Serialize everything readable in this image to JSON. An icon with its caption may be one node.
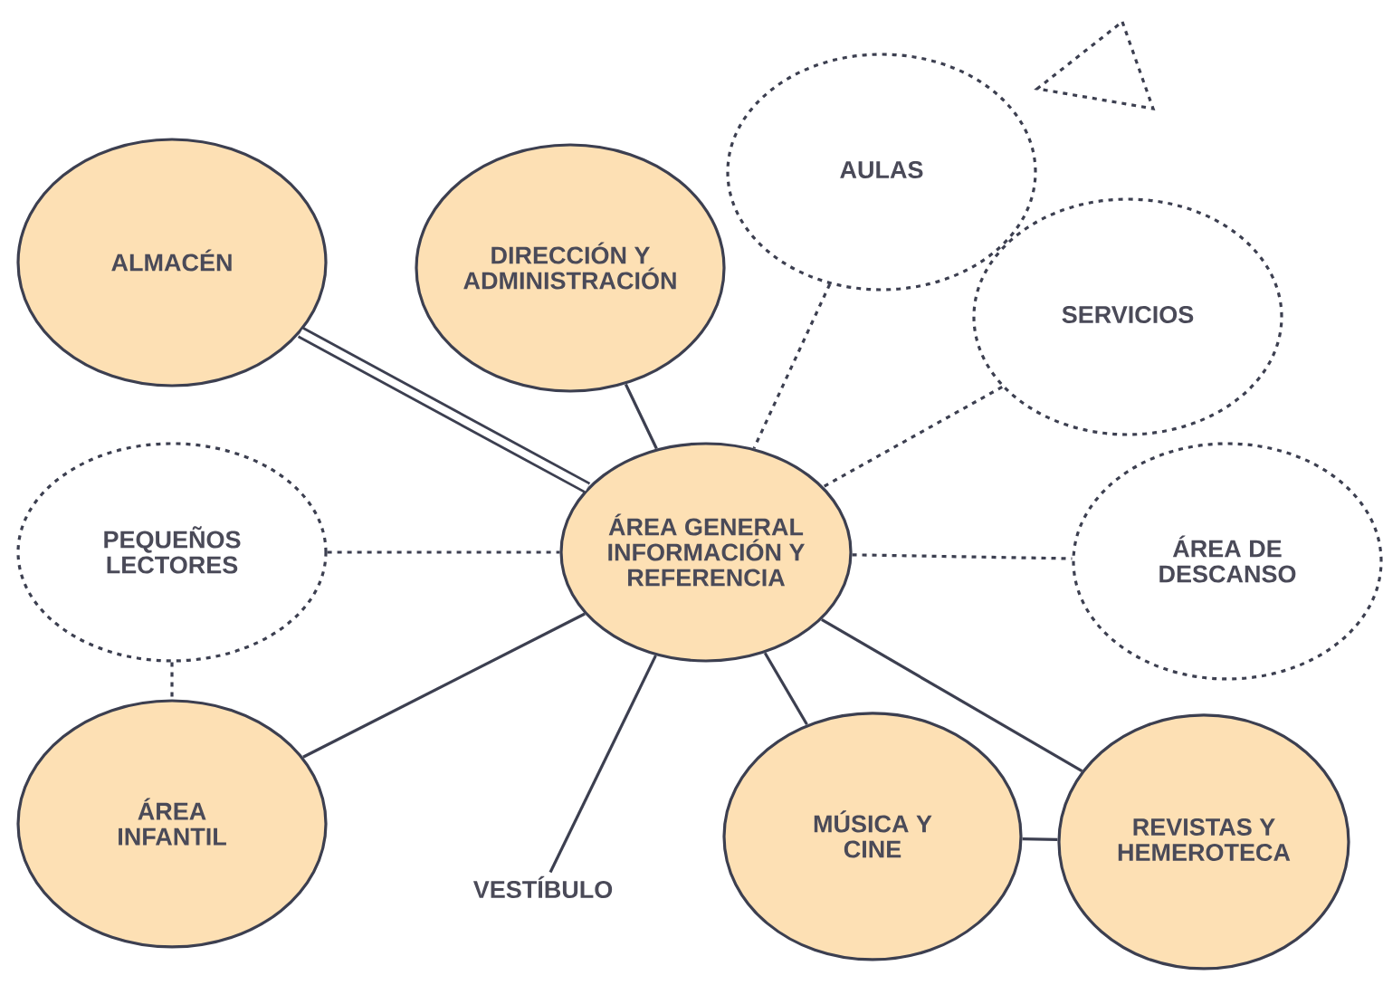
{
  "diagram": {
    "nodes": [
      {
        "text": [
          "ÁREA GENERAL INFORMACIÓN Y REFERENCIA"
        ]
      },
      {
        "text": [
          "ALMACÉN"
        ]
      },
      {
        "text": [
          "DIRECCIÓN Y ADMINISTRACIÓN"
        ]
      },
      {
        "text": [
          "AULAS"
        ]
      },
      {
        "text": [
          "SERVICIOS"
        ]
      },
      {
        "text": [
          "PEQUEÑOS LECTORES"
        ]
      },
      {
        "text": [
          "ÁREA DE DESCANSO"
        ]
      },
      {
        "text": [
          "ÁREA INFANTIL"
        ]
      },
      {
        "text": [
          "VESTÍBULO"
        ]
      },
      {
        "text": [
          "MÚSICA Y CINE"
        ]
      },
      {
        "text": [
          "REVISTAS Y HEMEROTECA"
        ]
      }
    ],
    "edges": [
      {
        "from": 1,
        "to": 0,
        "arrow": "none",
        "style": "thick"
      },
      {
        "from": 2,
        "to": 0,
        "arrow": "none"
      },
      {
        "from": 3,
        "to": 0,
        "arrow": "none",
        "style": "dashed"
      },
      {
        "from": 4,
        "to": 0,
        "arrow": "none",
        "style": "dashed"
      },
      {
        "from": 5,
        "to": 0,
        "arrow": "none",
        "style": "dashed"
      },
      {
        "from": 0,
        "to": 6,
        "arrow": "none",
        "style": "dashed"
      },
      {
        "from": 5,
        "to": 7,
        "arrow": "none",
        "style": "dashed"
      },
      {
        "from": 7,
        "to": 0,
        "arrow": "none"
      },
      {
        "from": 0,
        "to": 8,
        "arrow": "none"
      },
      {
        "from": 0,
        "to": 9,
        "arrow": "none"
      },
      {
        "from": 0,
        "to": 10,
        "arrow": "none"
      },
      {
        "from": 9,
        "to": 10,
        "arrow": "none"
      }
    ]
  }
}
